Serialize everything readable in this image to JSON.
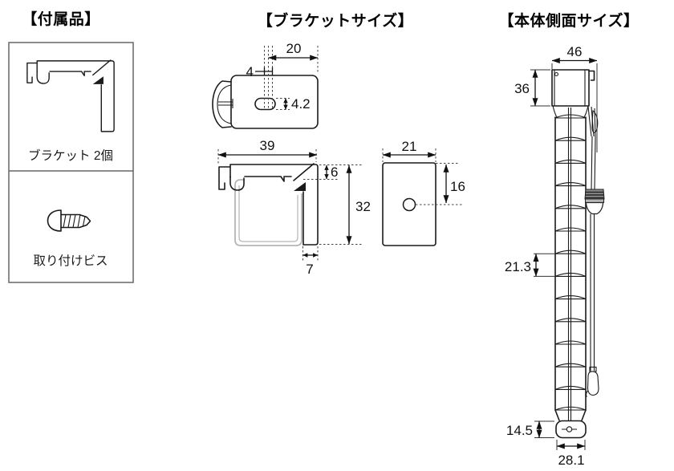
{
  "sections": {
    "accessories": {
      "title": "【付属品】",
      "items": [
        {
          "label": "ブラケット 2個",
          "icon": "bracket-profile-icon"
        },
        {
          "label": "取り付けビス",
          "icon": "screw-icon"
        }
      ]
    },
    "bracket_size": {
      "title": "【ブラケットサイズ】",
      "top_view": {
        "slot_to_edge_mm": "20",
        "slot_width_mm": "4",
        "slot_height_mm": "4.2"
      },
      "side_view": {
        "width_mm": "39",
        "lip_height_mm": "6",
        "height_mm": "32",
        "foot_width_mm": "7"
      },
      "plate_view": {
        "width_mm": "21",
        "hole_offset_mm": "16"
      }
    },
    "body_size": {
      "title": "【本体側面サイズ】",
      "dims": {
        "headbox_width_mm": "46",
        "headbox_height_mm": "36",
        "slat_pitch_mm": "21.3",
        "bottom_rail_height_mm": "14.5",
        "bottom_rail_width_mm": "28.1"
      }
    }
  },
  "colors": {
    "line": "#1a1a1a",
    "dimension": "#111111",
    "dotted": "#444444",
    "channel_grey": "#b5b5b5",
    "panel_border": "#666666",
    "background": "#ffffff"
  }
}
